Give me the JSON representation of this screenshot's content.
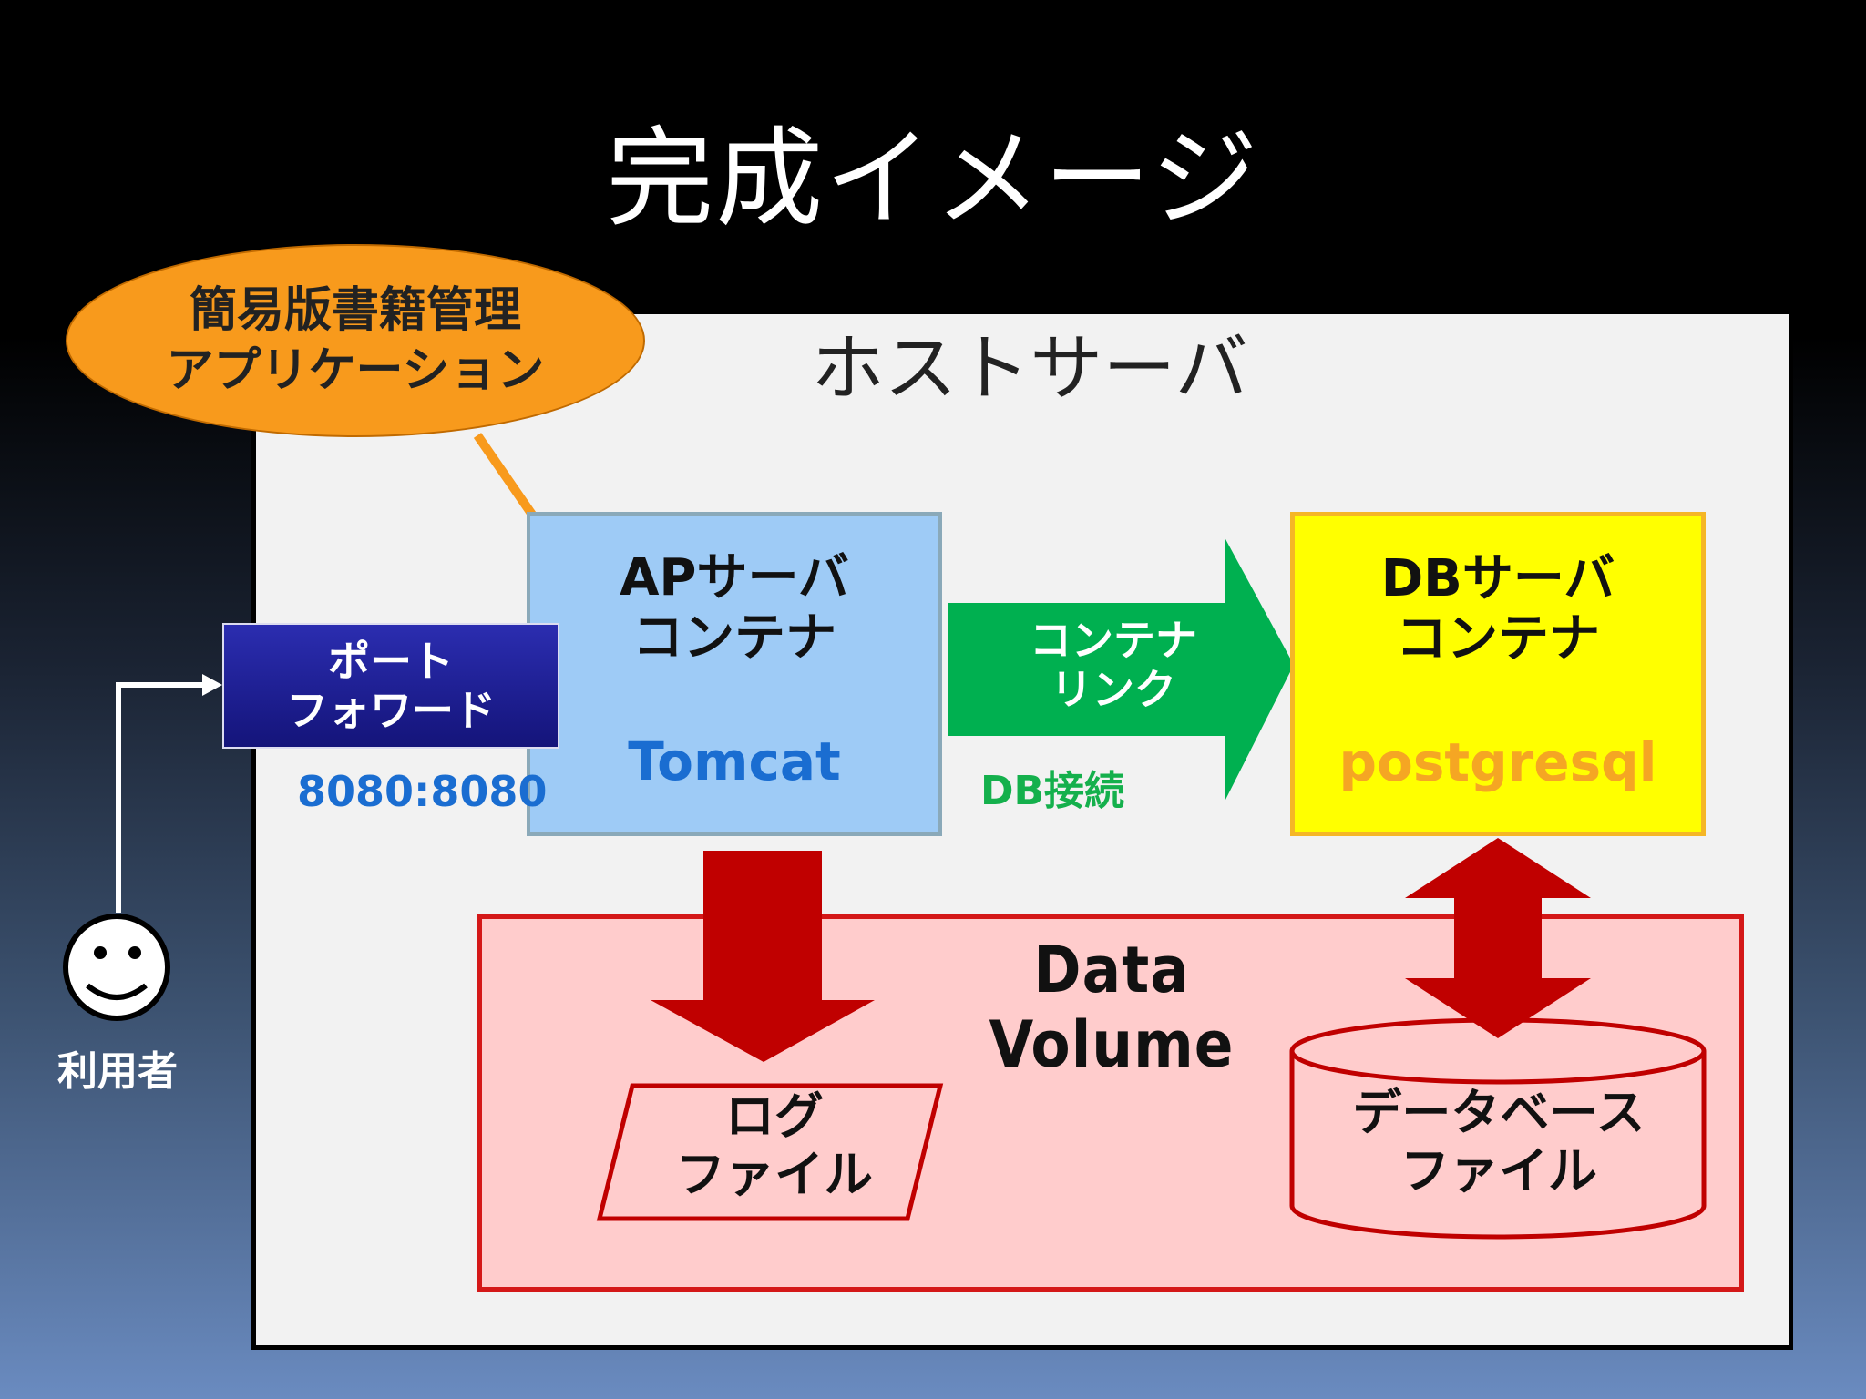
{
  "title": "完成イメージ",
  "host": {
    "label": "ホストサーバ"
  },
  "app_callout": {
    "line1": "簡易版書籍管理",
    "line2": "アプリケーション",
    "color": "#f89a1c"
  },
  "ap_container": {
    "line1": "APサーバ",
    "line2": "コンテナ",
    "software": "Tomcat",
    "color": "#9ecbf6"
  },
  "db_container": {
    "line1": "DBサーバ",
    "line2": "コンテナ",
    "software": "postgresql",
    "color": "#ffff00"
  },
  "port_forward": {
    "line1": "ポート",
    "line2": "フォワード",
    "mapping": "8080:8080"
  },
  "container_link": {
    "line1": "コンテナ",
    "line2": "リンク",
    "note": "DB接続",
    "color": "#00b050"
  },
  "data_volume": {
    "label": "Data Volume",
    "log_file": {
      "line1": "ログ",
      "line2": "ファイル"
    },
    "db_file": {
      "line1": "データベース",
      "line2": "ファイル"
    },
    "color": "#ffcccc"
  },
  "user": {
    "label": "利用者",
    "icon": "smiley-face-icon"
  }
}
